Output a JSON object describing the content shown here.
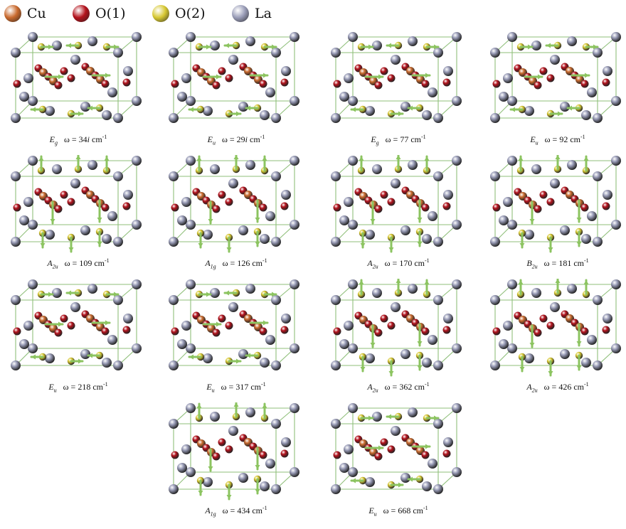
{
  "legend": [
    {
      "label": "Cu",
      "color": "#c96a2e"
    },
    {
      "label": "O(1)",
      "color": "#b3121c"
    },
    {
      "label": "O(2)",
      "color": "#d7c832"
    },
    {
      "label": "La",
      "color": "#9a9db8"
    }
  ],
  "colors": {
    "cell_edges": "#8fbf7a",
    "arrows": "#8cc460"
  },
  "modes": [
    {
      "symbol": "E",
      "subscript": "g",
      "omega_text": "ω = ",
      "value": "34",
      "imaginary": "i",
      "unit": "cm",
      "unit_exp": "-1"
    },
    {
      "symbol": "E",
      "subscript": "u",
      "omega_text": "ω = ",
      "value": "29",
      "imaginary": "i",
      "unit": "cm",
      "unit_exp": "-1"
    },
    {
      "symbol": "E",
      "subscript": "g",
      "omega_text": "ω = ",
      "value": "77",
      "imaginary": "",
      "unit": "cm",
      "unit_exp": "-1"
    },
    {
      "symbol": "E",
      "subscript": "u",
      "omega_text": "ω = ",
      "value": "92",
      "imaginary": "",
      "unit": "cm",
      "unit_exp": "-1"
    },
    {
      "symbol": "A",
      "subscript": "2u",
      "omega_text": "ω = ",
      "value": "109",
      "imaginary": "",
      "unit": "cm",
      "unit_exp": "-1"
    },
    {
      "symbol": "A",
      "subscript": "1g",
      "omega_text": "ω = ",
      "value": "126",
      "imaginary": "",
      "unit": "cm",
      "unit_exp": "-1"
    },
    {
      "symbol": "A",
      "subscript": "2u",
      "omega_text": "ω = ",
      "value": "170",
      "imaginary": "",
      "unit": "cm",
      "unit_exp": "-1"
    },
    {
      "symbol": "B",
      "subscript": "2u",
      "omega_text": "ω = ",
      "value": "181",
      "imaginary": "",
      "unit": "cm",
      "unit_exp": "-1"
    },
    {
      "symbol": "E",
      "subscript": "u",
      "omega_text": "ω = ",
      "value": "218",
      "imaginary": "",
      "unit": "cm",
      "unit_exp": "-1"
    },
    {
      "symbol": "E",
      "subscript": "u",
      "omega_text": "ω = ",
      "value": "317",
      "imaginary": "",
      "unit": "cm",
      "unit_exp": "-1"
    },
    {
      "symbol": "A",
      "subscript": "2u",
      "omega_text": "ω = ",
      "value": "362",
      "imaginary": "",
      "unit": "cm",
      "unit_exp": "-1"
    },
    {
      "symbol": "A",
      "subscript": "2u",
      "omega_text": "ω = ",
      "value": "426",
      "imaginary": "",
      "unit": "cm",
      "unit_exp": "-1"
    },
    {
      "symbol": "A",
      "subscript": "1g",
      "omega_text": "ω = ",
      "value": "434",
      "imaginary": "",
      "unit": "cm",
      "unit_exp": "-1"
    },
    {
      "symbol": "E",
      "subscript": "u",
      "omega_text": "ω = ",
      "value": "668",
      "imaginary": "",
      "unit": "cm",
      "unit_exp": "-1"
    }
  ]
}
